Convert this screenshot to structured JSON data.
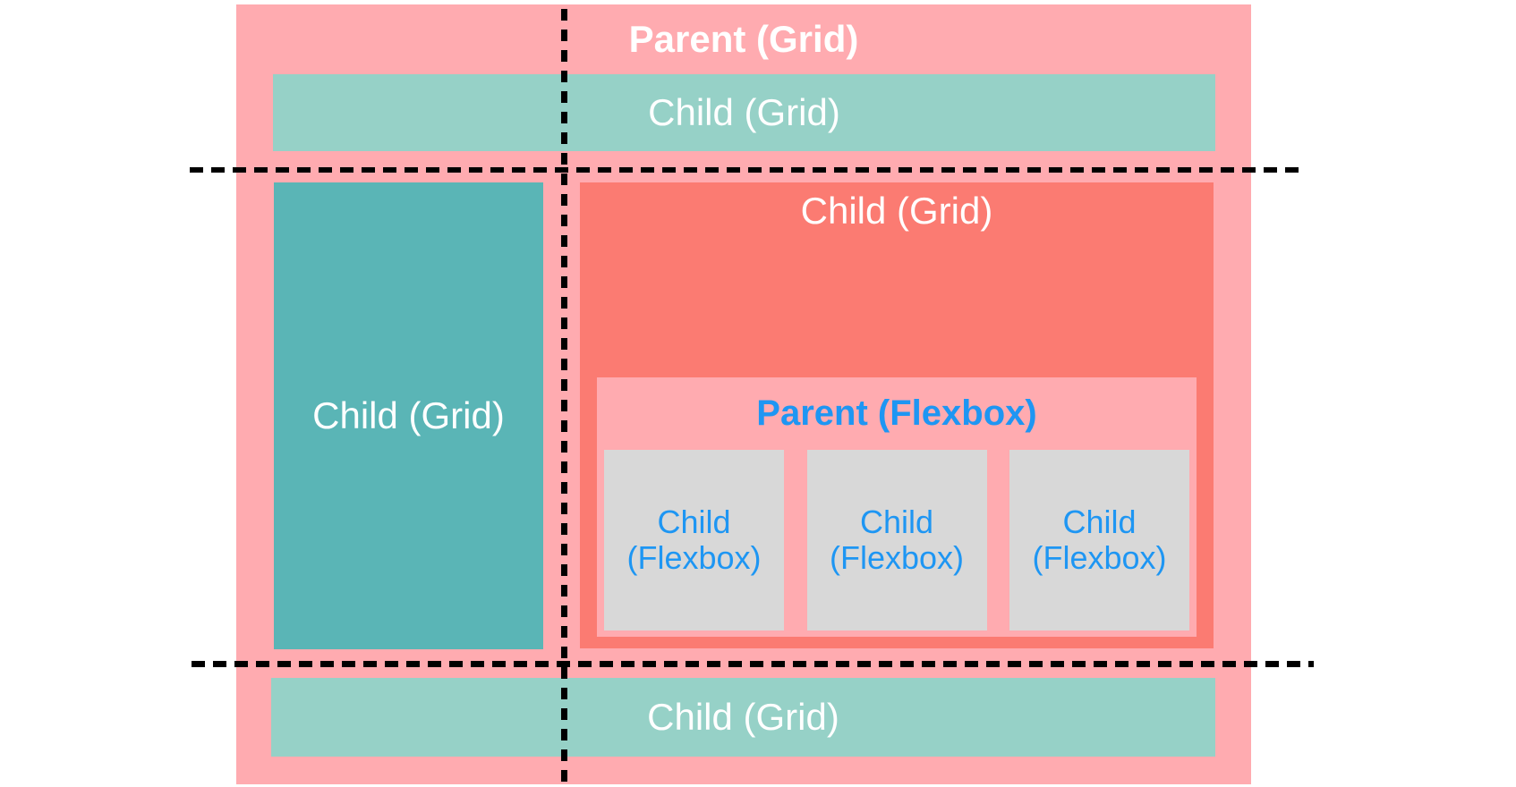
{
  "colors": {
    "pink": "#ffabb0",
    "coral": "#fb7b72",
    "teal_light": "#96d1c7",
    "teal_dark": "#5ab5b6",
    "gray": "#d8d8d8",
    "blue": "#1e96f3",
    "white_text": "#ffffff",
    "line": "#000000",
    "background": "#ffffff"
  },
  "parent_grid": {
    "label": "Parent (Grid)"
  },
  "grid_children": {
    "top": {
      "label": "Child (Grid)"
    },
    "left": {
      "label": "Child (Grid)"
    },
    "right": {
      "label": "Child (Grid)"
    },
    "bottom": {
      "label": "Child (Grid)"
    }
  },
  "parent_flexbox": {
    "label": "Parent (Flexbox)",
    "children": [
      {
        "line1": "Child",
        "line2": "(Flexbox)"
      },
      {
        "line1": "Child",
        "line2": "(Flexbox)"
      },
      {
        "line1": "Child",
        "line2": "(Flexbox)"
      }
    ]
  }
}
